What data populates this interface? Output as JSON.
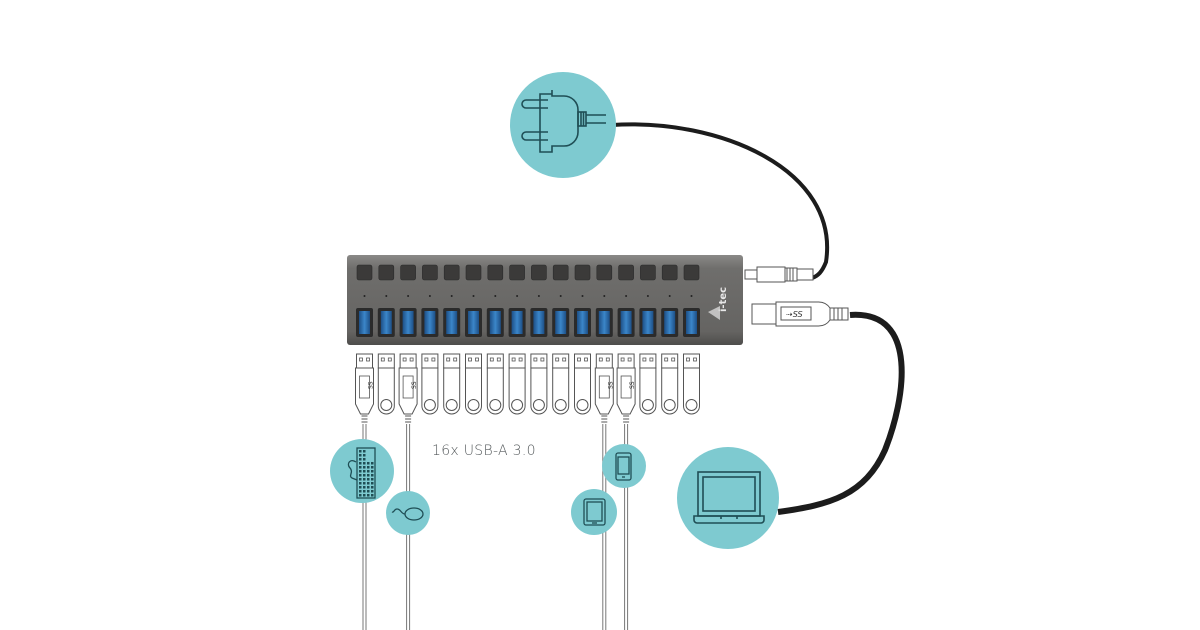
{
  "diagram": {
    "title": "16x USB-A 3.0 hub connection diagram",
    "ports_label": "16x USB-A 3.0",
    "brand": "i-tec",
    "port_count": 16,
    "colors": {
      "accent_circle": "#7ecad0",
      "hub_body": "#6d6c6a",
      "hub_button": "#3b3a39",
      "usb_port_blue": "#2f6fae",
      "cable_black": "#1c1c1c",
      "icon_stroke": "#1f4e55",
      "line_gray": "#888888"
    },
    "devices": [
      {
        "name": "power-adapter",
        "label": "Power adapter"
      },
      {
        "name": "laptop",
        "label": "Laptop (upstream USB 3.0 Type-B)"
      },
      {
        "name": "keyboard",
        "label": "Keyboard"
      },
      {
        "name": "mouse",
        "label": "Mouse"
      },
      {
        "name": "tablet",
        "label": "Tablet"
      },
      {
        "name": "smartphone",
        "label": "Smartphone"
      }
    ],
    "upstream_connector_label": "SS",
    "downstream_connector_label": "SS"
  }
}
